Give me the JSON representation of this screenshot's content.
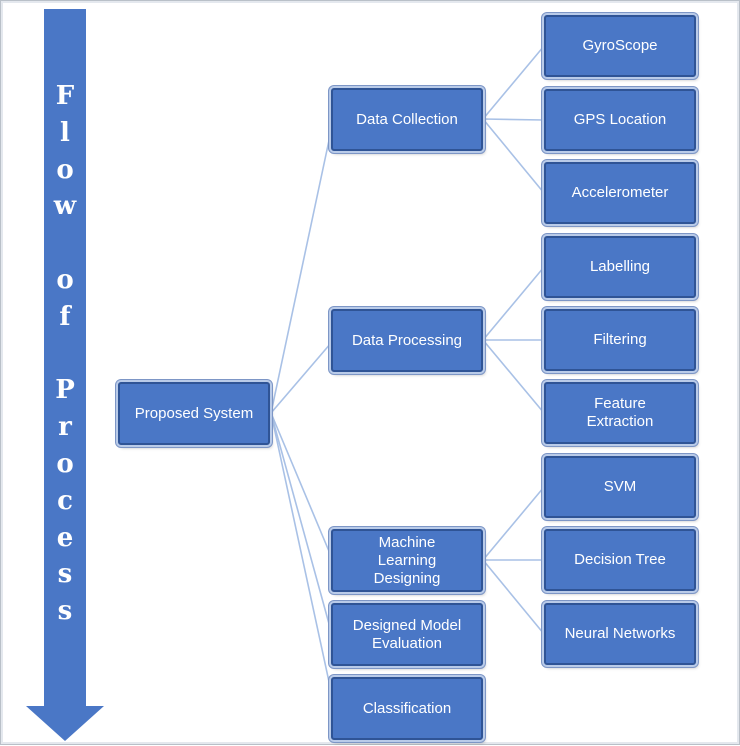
{
  "flow_label": [
    "F",
    "l",
    "o",
    "w",
    "",
    "o",
    "f",
    "",
    "P",
    "r",
    "o",
    "c",
    "e",
    "s",
    "s"
  ],
  "colors": {
    "node_fill": "#4a77c6",
    "node_border": "#2f5496",
    "connector": "#a9c1e6",
    "arrow": "#4a77c6"
  },
  "nodes": {
    "root": "Proposed System",
    "data_collection": "Data Collection",
    "data_processing": "Data Processing",
    "ml_designing": [
      "Machine",
      "Learning",
      "Designing"
    ],
    "model_evaluation": [
      "Designed Model",
      "Evaluation"
    ],
    "classification": "Classification",
    "gyroscope": "GyroScope",
    "gps_location": "GPS Location",
    "accelerometer": "Accelerometer",
    "labelling": "Labelling",
    "filtering": "Filtering",
    "feature_extraction": [
      "Feature",
      "Extraction"
    ],
    "svm": "SVM",
    "decision_tree": "Decision Tree",
    "neural_networks": "Neural Networks"
  }
}
